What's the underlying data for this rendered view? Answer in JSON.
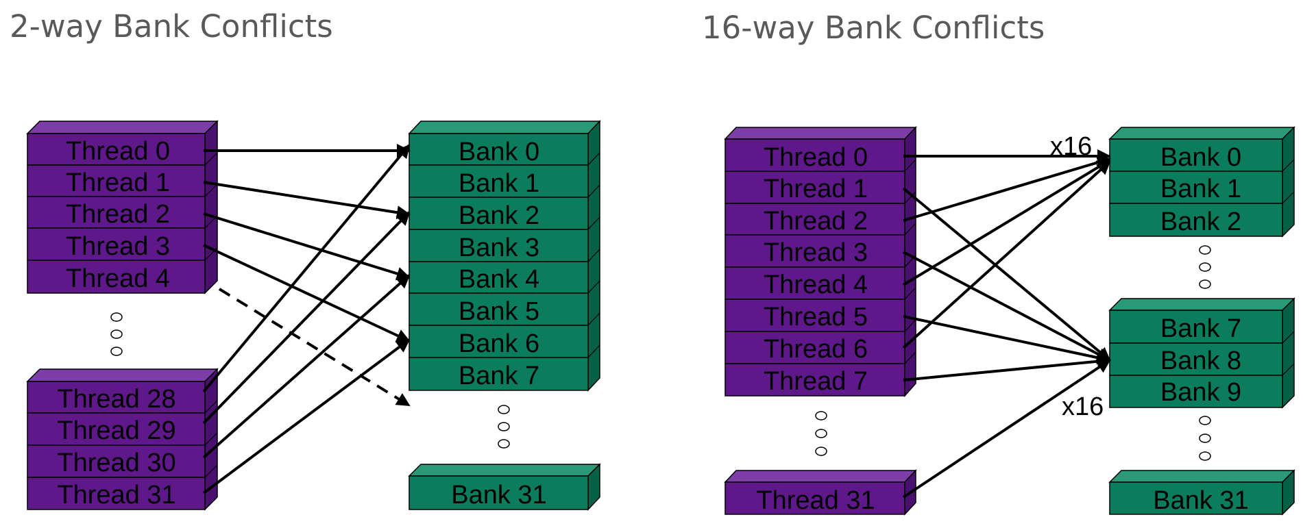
{
  "diagram": {
    "left": {
      "title": "2-way Bank Conflicts",
      "threads": [
        "Thread 0",
        "Thread 1",
        "Thread 2",
        "Thread 3",
        "Thread 4",
        "Thread 28",
        "Thread 29",
        "Thread 30",
        "Thread 31"
      ],
      "banks": [
        "Bank 0",
        "Bank 1",
        "Bank 2",
        "Bank 3",
        "Bank 4",
        "Bank 5",
        "Bank 6",
        "Bank 7",
        "Bank 31"
      ]
    },
    "right": {
      "title": "16-way Bank Conflicts",
      "threads": [
        "Thread 0",
        "Thread 1",
        "Thread 2",
        "Thread 3",
        "Thread 4",
        "Thread 5",
        "Thread 6",
        "Thread 7",
        "Thread 31"
      ],
      "banks": [
        "Bank 0",
        "Bank 1",
        "Bank 2",
        "Bank 7",
        "Bank 8",
        "Bank 9",
        "Bank 31"
      ],
      "multiplier_top": "x16",
      "multiplier_bottom": "x16"
    }
  },
  "colors": {
    "thread_front": "#5f1889",
    "thread_top": "#7d3da6",
    "thread_side": "#4a1070",
    "bank_front": "#0b7d5c",
    "bank_top": "#2a9a76",
    "bank_side": "#066046",
    "title": "#595959"
  }
}
